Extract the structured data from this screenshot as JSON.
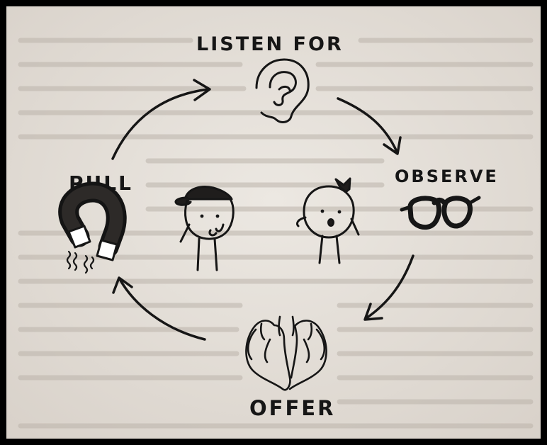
{
  "diagram": {
    "labels": {
      "listen_for": "LISTEN FOR",
      "observe": "OBSERVE",
      "offer": "OFFER",
      "pull": "PULL"
    },
    "icons": [
      "ear-icon",
      "glasses-icon",
      "cupped-hands-icon",
      "magnet-icon"
    ],
    "characters": [
      "character-with-cap",
      "character-with-bow"
    ],
    "colors": {
      "ink": "#161616",
      "paper": "#e8e3dd",
      "frame": "#000000"
    }
  }
}
